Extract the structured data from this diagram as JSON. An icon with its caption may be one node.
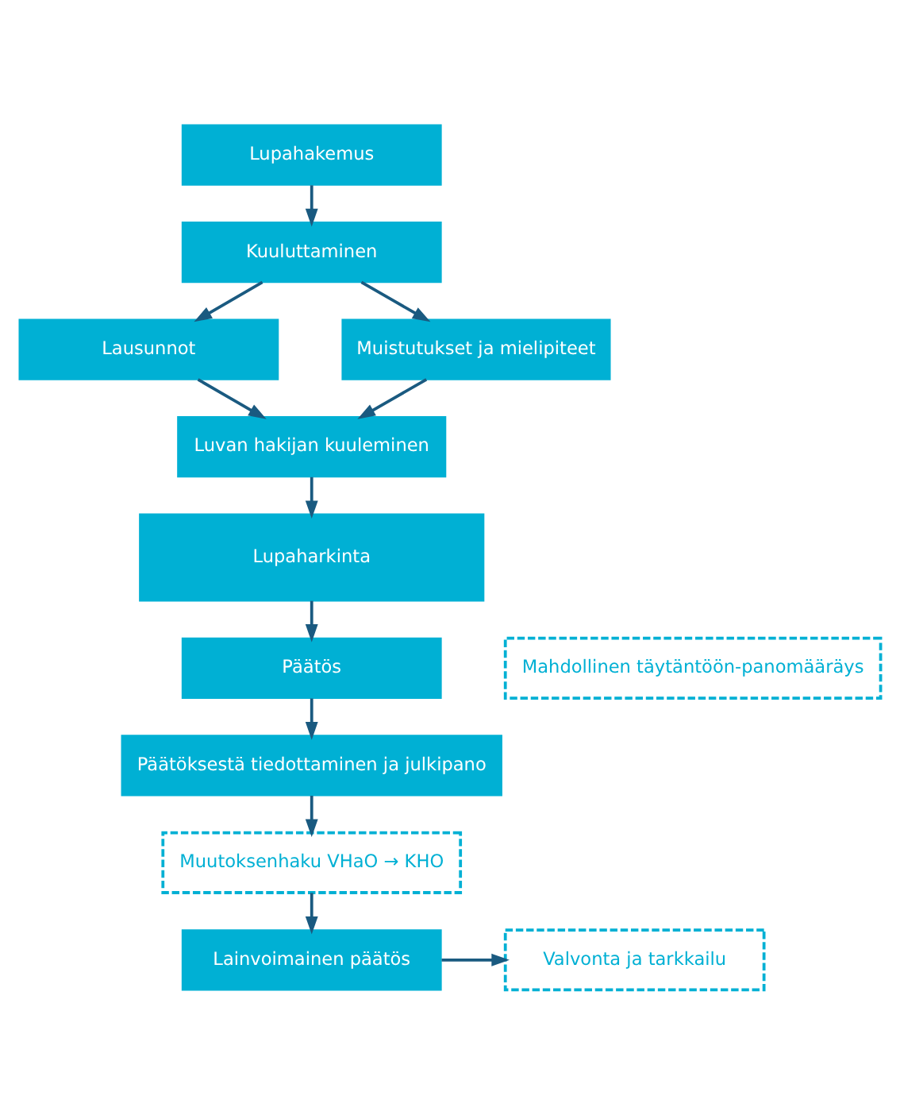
{
  "diagram": {
    "nodes": [
      {
        "text": [
          "Lupahakemus"
        ]
      },
      {
        "text": [
          "Kuuluttaminen"
        ]
      },
      {
        "text": [
          "Lausunnot"
        ]
      },
      {
        "text": [
          "Muistutukset ja mielipiteet"
        ]
      },
      {
        "text": [
          "Luvan hakijan kuuleminen"
        ]
      },
      {
        "text": [
          "Lupaharkinta"
        ]
      },
      {
        "text": [
          "Päätös"
        ]
      },
      {
        "text": [
          "Mahdollinen täytäntöön-panomääräys"
        ]
      },
      {
        "text": [
          "Päätöksestä tiedottaminen ja julkipano"
        ]
      },
      {
        "text": [
          "Muutoksenhaku VHaO → KHO"
        ]
      },
      {
        "text": [
          "Lainvoimainen päätös"
        ]
      },
      {
        "text": [
          "Valvonta ja tarkkailu"
        ]
      }
    ],
    "edges": [
      {
        "from": 0,
        "to": 1,
        "arrow": "to"
      },
      {
        "from": 1,
        "to": 2,
        "arrow": "to"
      },
      {
        "from": 1,
        "to": 3,
        "arrow": "to"
      },
      {
        "from": 2,
        "to": 4,
        "arrow": "to"
      },
      {
        "from": 3,
        "to": 4,
        "arrow": "to"
      },
      {
        "from": 4,
        "to": 5,
        "arrow": "to"
      },
      {
        "from": 5,
        "to": 6,
        "arrow": "to"
      },
      {
        "from": 6,
        "to": 8,
        "arrow": "to"
      },
      {
        "from": 8,
        "to": 9,
        "arrow": "to"
      },
      {
        "from": 9,
        "to": 10,
        "arrow": "to"
      },
      {
        "from": 10,
        "to": 11,
        "arrow": "to"
      }
    ]
  }
}
